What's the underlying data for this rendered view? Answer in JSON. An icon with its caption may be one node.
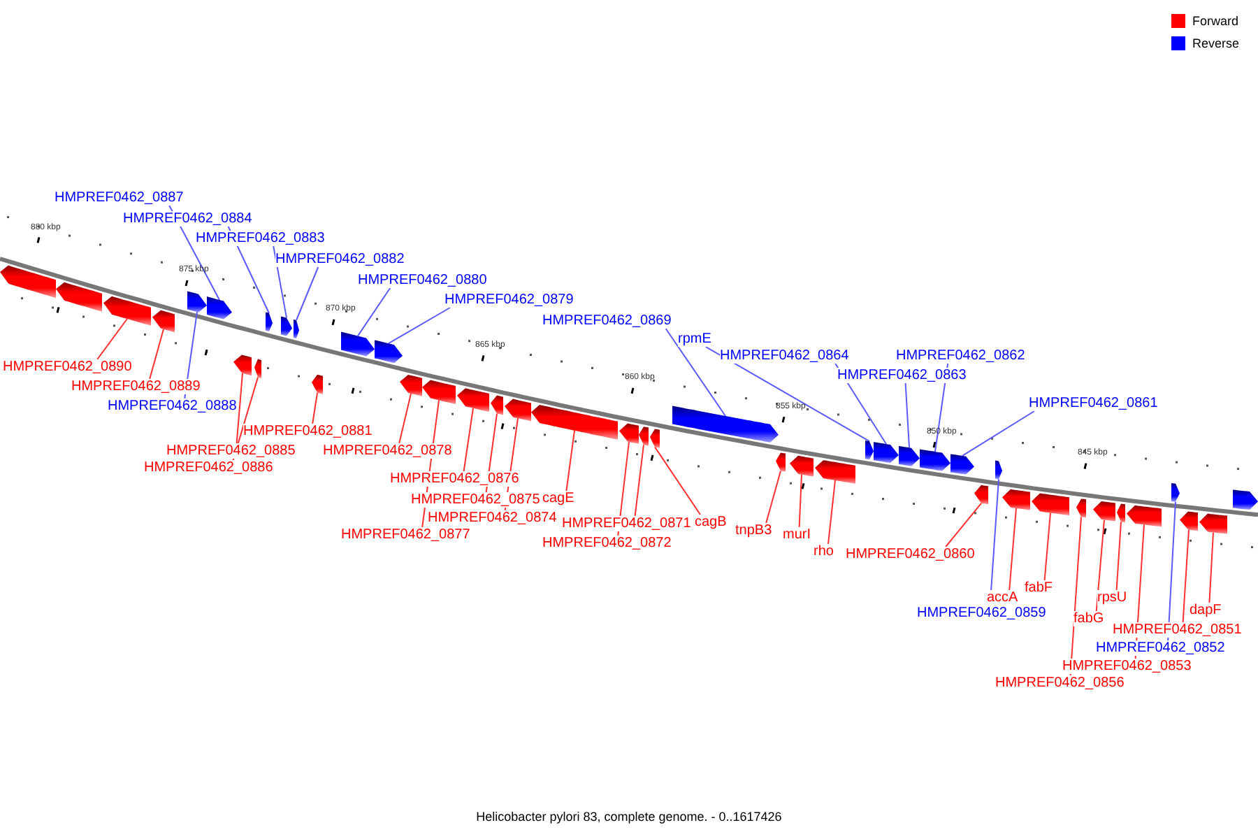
{
  "diagram": {
    "caption": "Helicobacter pylori 83, complete genome. - 0..1617426",
    "nodes": [
      {
        "text": [
          "HMPREF0462_0887"
        ]
      },
      {
        "text": [
          "HMPREF0462_0884"
        ]
      },
      {
        "text": [
          "HMPREF0462_0883"
        ]
      },
      {
        "text": [
          "HMPREF0462_0882"
        ]
      },
      {
        "text": [
          "HMPREF0462_0880"
        ]
      },
      {
        "text": [
          "HMPREF0462_0879"
        ]
      },
      {
        "text": [
          "HMPREF0462_0869"
        ]
      },
      {
        "text": [
          "rpmE"
        ]
      },
      {
        "text": [
          "HMPREF0462_0864"
        ]
      },
      {
        "text": [
          "HMPREF0462_0862"
        ]
      },
      {
        "text": [
          "HMPREF0462_0863"
        ]
      },
      {
        "text": [
          "HMPREF0462_0861"
        ]
      },
      {
        "text": [
          "HMPREF0462_0890"
        ]
      },
      {
        "text": [
          "HMPREF0462_0889"
        ]
      },
      {
        "text": [
          "HMPREF0462_0888"
        ]
      },
      {
        "text": [
          "HMPREF0462_0881"
        ]
      },
      {
        "text": [
          "HMPREF0462_0885"
        ]
      },
      {
        "text": [
          "HMPREF0462_0878"
        ]
      },
      {
        "text": [
          "HMPREF0462_0886"
        ]
      },
      {
        "text": [
          "HMPREF0462_0876"
        ]
      },
      {
        "text": [
          "HMPREF0462_0875"
        ]
      },
      {
        "text": [
          "cagE"
        ]
      },
      {
        "text": [
          "HMPREF0462_0874"
        ]
      },
      {
        "text": [
          "HMPREF0462_0871"
        ]
      },
      {
        "text": [
          "cagB"
        ]
      },
      {
        "text": [
          "tnpB3"
        ]
      },
      {
        "text": [
          "murI"
        ]
      },
      {
        "text": [
          "HMPREF0462_0877"
        ]
      },
      {
        "text": [
          "HMPREF0462_0872"
        ]
      },
      {
        "text": [
          "rho"
        ]
      },
      {
        "text": [
          "HMPREF0462_0860"
        ]
      },
      {
        "text": [
          "accA"
        ]
      },
      {
        "text": [
          "fabF"
        ]
      },
      {
        "text": [
          "rpsU"
        ]
      },
      {
        "text": [
          "dapF"
        ]
      },
      {
        "text": [
          "fabG"
        ]
      },
      {
        "text": [
          "HMPREF0462_0859"
        ]
      },
      {
        "text": [
          "HMPREF0462_0851"
        ]
      },
      {
        "text": [
          "HMPREF0462_0852"
        ]
      },
      {
        "text": [
          "HMPREF0462_0853"
        ]
      },
      {
        "text": [
          "HMPREF0462_0856"
        ]
      },
      {
        "text": [],
        "shape": "pentagon"
      },
      {
        "text": [],
        "shape": "pentagon"
      },
      {
        "text": [],
        "shape": "pentagon"
      },
      {
        "text": [],
        "shape": "pentagon"
      },
      {
        "text": [],
        "shape": "pentagon"
      },
      {
        "text": [],
        "shape": "pentagon"
      },
      {
        "text": [],
        "shape": "pentagon"
      },
      {
        "text": [],
        "shape": "pentagon"
      },
      {
        "text": [],
        "shape": "pentagon"
      },
      {
        "text": [],
        "shape": "pentagon"
      },
      {
        "text": [],
        "shape": "pentagon"
      },
      {
        "text": [],
        "shape": "pentagon"
      },
      {
        "text": [],
        "shape": "pentagon"
      },
      {
        "text": [],
        "shape": "pentagon"
      },
      {
        "text": [],
        "shape": "pentagon"
      },
      {
        "text": [],
        "shape": "pentagon"
      },
      {
        "text": [],
        "shape": "pentagon"
      },
      {
        "text": [],
        "shape": "pentagon"
      },
      {
        "text": [],
        "shape": "pentagon"
      },
      {
        "text": [],
        "shape": "pentagon"
      },
      {
        "text": [],
        "shape": "pentagon"
      },
      {
        "text": [],
        "shape": "pentagon"
      },
      {
        "text": [],
        "shape": "pentagon"
      },
      {
        "text": [],
        "shape": "pentagon"
      },
      {
        "text": [],
        "shape": "pentagon"
      },
      {
        "text": [],
        "shape": "pentagon"
      },
      {
        "text": [],
        "shape": "pentagon"
      },
      {
        "text": [],
        "shape": "pentagon"
      },
      {
        "text": [],
        "shape": "pentagon"
      },
      {
        "text": [],
        "shape": "pentagon"
      },
      {
        "text": [],
        "shape": "pentagon"
      },
      {
        "text": [],
        "shape": "pentagon"
      },
      {
        "text": [],
        "shape": "pentagon"
      },
      {
        "text": [],
        "shape": "pentagon"
      },
      {
        "text": [],
        "shape": "pentagon"
      },
      {
        "text": [],
        "shape": "pentagon"
      },
      {
        "text": [],
        "shape": "pentagon"
      },
      {
        "text": [],
        "shape": "pentagon"
      },
      {
        "text": [],
        "shape": "pentagon"
      },
      {
        "text": [],
        "shape": "pentagon"
      },
      {
        "text": [],
        "shape": "pentagon"
      },
      {
        "text": [],
        "shape": "pentagon"
      },
      {
        "text": [],
        "shape": "pentagon"
      },
      {
        "text": [],
        "shape": "pentagon"
      }
    ],
    "edges": [
      {
        "from": 0,
        "to": 46,
        "arrow": "none",
        "color": "#5a5aff"
      },
      {
        "from": 1,
        "to": 49,
        "arrow": "none",
        "color": "#5a5aff"
      },
      {
        "from": 2,
        "to": 50,
        "arrow": "none",
        "color": "#5a5aff"
      },
      {
        "from": 3,
        "to": 51,
        "arrow": "none",
        "color": "#5a5aff"
      },
      {
        "from": 4,
        "to": 53,
        "arrow": "none",
        "color": "#5a5aff"
      },
      {
        "from": 5,
        "to": 54,
        "arrow": "none",
        "color": "#5a5aff"
      },
      {
        "from": 6,
        "to": 64,
        "arrow": "none",
        "color": "#5a5aff"
      },
      {
        "from": 7,
        "to": 68,
        "arrow": "none",
        "color": "#5a5aff"
      },
      {
        "from": 8,
        "to": 69,
        "arrow": "none",
        "color": "#5a5aff"
      },
      {
        "from": 9,
        "to": 71,
        "arrow": "none",
        "color": "#5a5aff"
      },
      {
        "from": 10,
        "to": 70,
        "arrow": "none",
        "color": "#5a5aff"
      },
      {
        "from": 11,
        "to": 72,
        "arrow": "none",
        "color": "#5a5aff"
      },
      {
        "from": 12,
        "to": 43,
        "arrow": "none"
      },
      {
        "from": 13,
        "to": 44,
        "arrow": "none"
      },
      {
        "from": 14,
        "to": 45,
        "arrow": "none",
        "color": "#5a5aff"
      },
      {
        "from": 15,
        "to": 52,
        "arrow": "none"
      },
      {
        "from": 16,
        "to": 47,
        "arrow": "none"
      },
      {
        "from": 17,
        "to": 55,
        "arrow": "none"
      },
      {
        "from": 18,
        "to": 48,
        "arrow": "none"
      },
      {
        "from": 19,
        "to": 57,
        "arrow": "none"
      },
      {
        "from": 20,
        "to": 58,
        "arrow": "none"
      },
      {
        "from": 21,
        "to": 60,
        "arrow": "none"
      },
      {
        "from": 22,
        "to": 59,
        "arrow": "none"
      },
      {
        "from": 23,
        "to": 62,
        "arrow": "none"
      },
      {
        "from": 24,
        "to": 63,
        "arrow": "none"
      },
      {
        "from": 25,
        "to": 65,
        "arrow": "none"
      },
      {
        "from": 26,
        "to": 66,
        "arrow": "none"
      },
      {
        "from": 27,
        "to": 56,
        "arrow": "none"
      },
      {
        "from": 28,
        "to": 61,
        "arrow": "none"
      },
      {
        "from": 29,
        "to": 67,
        "arrow": "none"
      },
      {
        "from": 30,
        "to": 73,
        "arrow": "none"
      },
      {
        "from": 31,
        "to": 75,
        "arrow": "none"
      },
      {
        "from": 32,
        "to": 76,
        "arrow": "none"
      },
      {
        "from": 33,
        "to": 79,
        "arrow": "none"
      },
      {
        "from": 34,
        "to": 83,
        "arrow": "none"
      },
      {
        "from": 35,
        "to": 78,
        "arrow": "none"
      },
      {
        "from": 36,
        "to": 74,
        "arrow": "none",
        "color": "#5a5aff"
      },
      {
        "from": 37,
        "to": 82,
        "arrow": "none"
      },
      {
        "from": 38,
        "to": 81,
        "arrow": "none",
        "color": "#5a5aff"
      },
      {
        "from": 39,
        "to": 80,
        "arrow": "none"
      },
      {
        "from": 40,
        "to": 77,
        "arrow": "none"
      }
    ],
    "labels": [
      "880 kbp",
      "875 kbp",
      "870 kbp",
      "865 kbp",
      "860 kbp",
      "855 kbp",
      "850 kbp",
      "845 kbp"
    ],
    "legend": [
      {
        "text": "Forward",
        "color": "#ff0000"
      },
      {
        "text": "Reverse",
        "color": "#0000ff"
      }
    ]
  }
}
